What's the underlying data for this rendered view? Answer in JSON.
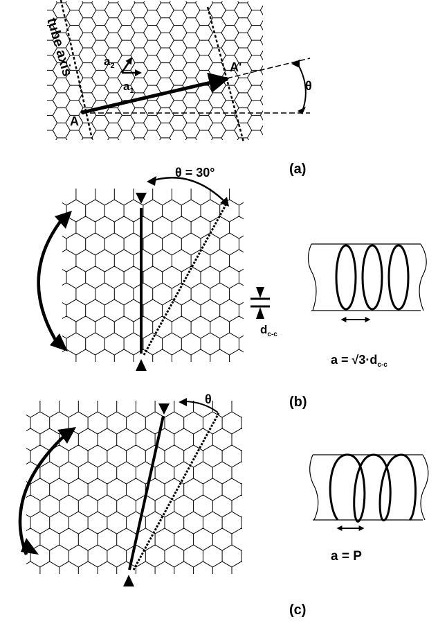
{
  "panel_a": {
    "caption": "(a)",
    "axis_label": "tube axis",
    "label_A": "A",
    "label_A_prime": "A'",
    "label_a1_main": "a",
    "label_a1_sub": "1",
    "label_a2_main": "a",
    "label_a2_sub": "2",
    "label_theta": "θ"
  },
  "panel_b": {
    "caption": "(b)",
    "angle_label": "θ = 30°",
    "dcc_main": "d",
    "dcc_sub": "c-c",
    "formula_main": "a = √3·d",
    "formula_sub": "c-c"
  },
  "panel_c": {
    "caption": "(c)",
    "angle_label": "θ",
    "formula": "a = P"
  },
  "colors": {
    "ink": "#000000",
    "background": "#ffffff"
  }
}
